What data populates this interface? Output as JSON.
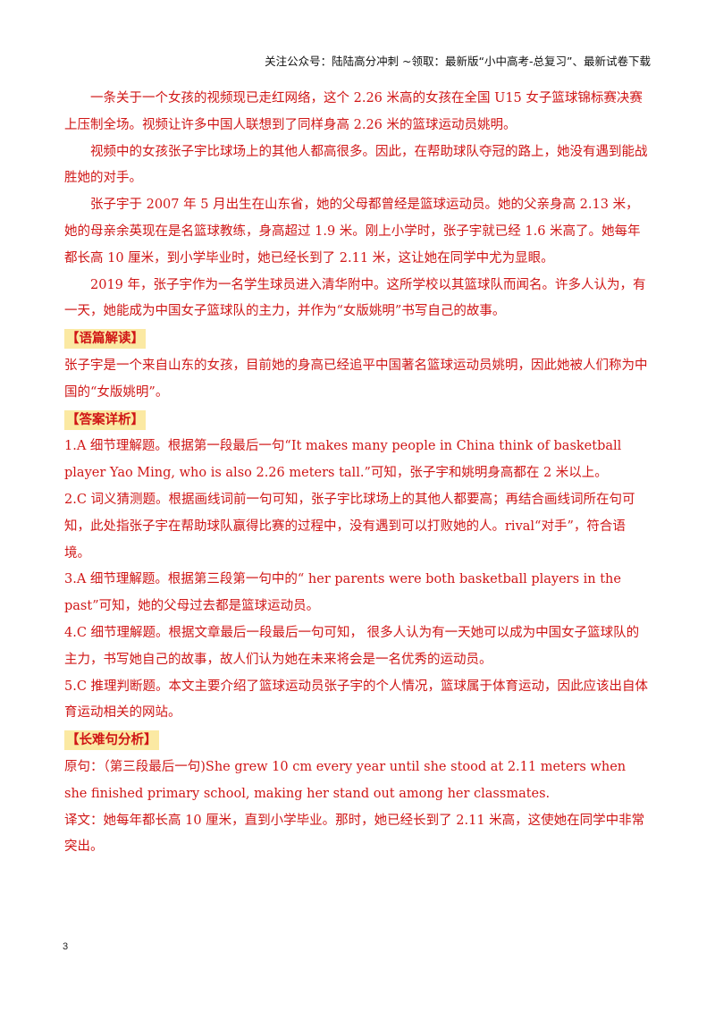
{
  "header": {
    "text": "关注公众号：陆陆高分冲刺  ~领取：最新版“小中高考-总复习”、最新试卷下载"
  },
  "passage": [
    "一条关于一个女孩的视频现已走红网络，这个 2.26 米高的女孩在全国  U15 女子篮球锦标赛决赛上压制全场。视频让许多中国人联想到了同样身高 2.26 米的篮球运动员姚明。",
    "视频中的女孩张子宇比球场上的其他人都高很多。因此，在帮助球队夺冠的路上，她没有遇到能战胜她的对手。",
    "张子宇于 2007 年 5 月出生在山东省，她的父母都曾经是篮球运动员。她的父亲身高 2.13 米，她的母亲余英现在是名篮球教练，身高超过 1.9 米。刚上小学时，张子宇就已经 1.6 米高了。她每年都长高 10 厘米，到小学毕业时，她已经长到了 2.11 米，这让她在同学中尤为显眼。",
    "2019 年，张子宇作为一名学生球员进入清华附中。这所学校以其篮球队而闻名。许多人认为，有一天，她能成为中国女子篮球队的主力，并作为“女版姚明”书写自己的故事。"
  ],
  "reading": {
    "label": "【语篇解读】",
    "text": "张子宇是一个来自山东的女孩，目前她的身高已经追平中国著名篮球运动员姚明，因此她被人们称为中国的“女版姚明”。"
  },
  "answers": {
    "label": "【答案详析】",
    "items": [
      "1.A 细节理解题。根据第一段最后一句“It makes many people in China think of basketball player Yao Ming, who is also 2.26 meters tall.”可知，张子宇和姚明身高都在 2 米以上。",
      "2.C 词义猜测题。根据画线词前一句可知，张子宇比球场上的其他人都要高；再结合画线词所在句可知，此处指张子宇在帮助球队赢得比赛的过程中，没有遇到可以打败她的人。rival“对手”，符合语境。",
      "3.A 细节理解题。根据第三段第一句中的“ her parents were both basketball players in the past”可知，她的父母过去都是篮球运动员。",
      "4.C 细节理解题。根据文章最后一段最后一句可知， 很多人认为有一天她可以成为中国女子篮球队的主力，书写她自己的故事，故人们认为她在未来将会是一名优秀的运动员。",
      "5.C 推理判断题。本文主要介绍了篮球运动员张子宇的个人情况，篮球属于体育运动，因此应该出自体育运动相关的网站。"
    ]
  },
  "analysis": {
    "label": "【长难句分析】",
    "original": "原句：（第三段最后一句)She grew 10 cm every year until she stood at 2.11 meters when she finished primary school, making her stand out among her classmates.",
    "translation": "译文：她每年都长高 10 厘米，直到小学毕业。那时，她已经长到了 2.11 米高，这使她在同学中非常突出。"
  },
  "page_number": "3"
}
